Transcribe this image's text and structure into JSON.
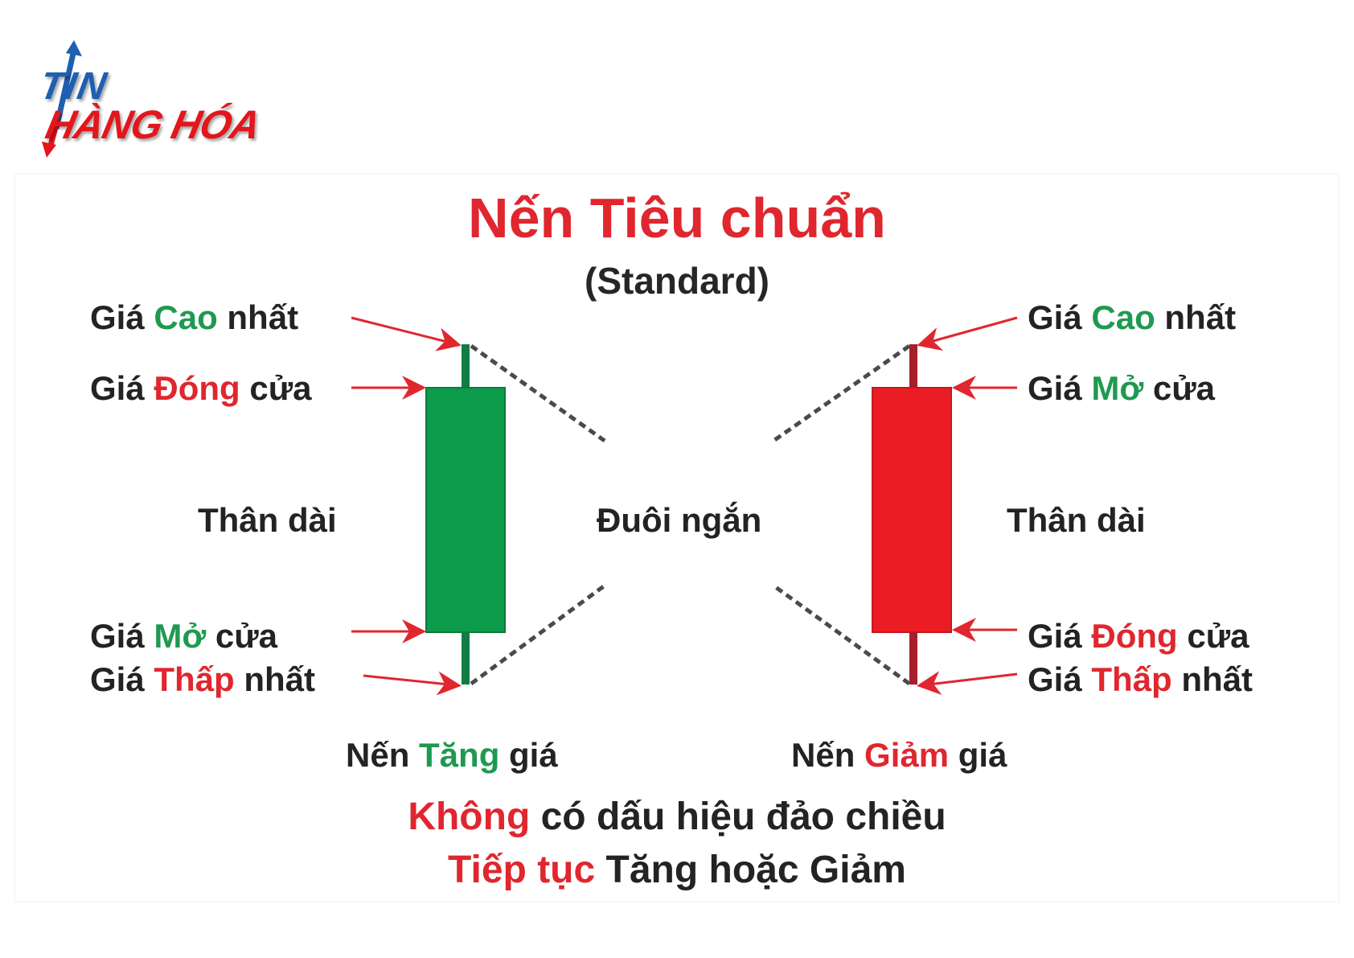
{
  "logo": {
    "line1": "TIN",
    "line2": "HÀNG HÓA",
    "colors": {
      "blue": "#1f5fb0",
      "red": "#e3161c"
    }
  },
  "title": "Nến Tiêu chuẩn",
  "subtitle": "(Standard)",
  "left_candle": {
    "type": "bullish",
    "color": "#0b9b4a",
    "labels": {
      "high": {
        "prefix": "Giá",
        "key": "Cao",
        "suffix": "nhất"
      },
      "close": {
        "prefix": "Giá",
        "key": "Đóng",
        "suffix": "cửa"
      },
      "open": {
        "prefix": "Giá",
        "key": "Mở",
        "suffix": "cửa"
      },
      "low": {
        "prefix": "Giá",
        "key": "Thấp",
        "suffix": "nhất"
      }
    },
    "body_label": "Thân dài",
    "caption": {
      "prefix": "Nến",
      "key": "Tăng",
      "suffix": "giá"
    }
  },
  "right_candle": {
    "type": "bearish",
    "color": "#ec1c24",
    "labels": {
      "high": {
        "prefix": "Giá",
        "key": "Cao",
        "suffix": "nhất"
      },
      "open": {
        "prefix": "Giá",
        "key": "Mở",
        "suffix": "cửa"
      },
      "close": {
        "prefix": "Giá",
        "key": "Đóng",
        "suffix": "cửa"
      },
      "low": {
        "prefix": "Giá",
        "key": "Thấp",
        "suffix": "nhất"
      }
    },
    "body_label": "Thân dài",
    "caption": {
      "prefix": "Nến",
      "key": "Giảm",
      "suffix": "giá"
    }
  },
  "center_label": "Đuôi ngắn",
  "conclusion": {
    "line1": {
      "highlight": "Không",
      "rest": "có dấu hiệu đảo chiều"
    },
    "line2": {
      "highlight": "Tiếp tục",
      "rest": "Tăng hoặc Giảm"
    }
  },
  "colors": {
    "accent_red": "#e0262e",
    "accent_green": "#1e9a50",
    "text": "#232323",
    "arrow": "#e0262e",
    "dash": "#444444"
  }
}
